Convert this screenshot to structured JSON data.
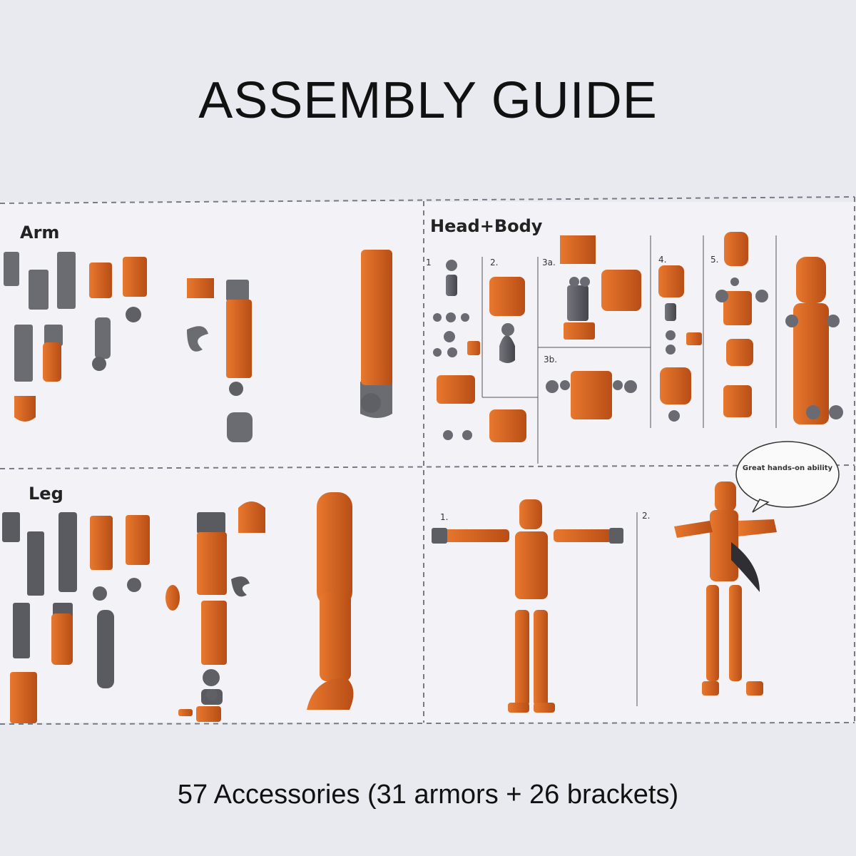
{
  "title": "ASSEMBLY GUIDE",
  "footer": "57 Accessories (31 armors + 26 brackets)",
  "panels": {
    "arm": "Arm",
    "head_body": "Head+Body",
    "leg": "Leg"
  },
  "steps": {
    "hb_1": "1",
    "hb_2": "2.",
    "hb_3a": "3a.",
    "hb_3b": "3b.",
    "hb_4": "4.",
    "hb_5": "5.",
    "final_1": "1.",
    "final_2": "2."
  },
  "speech_bubble": "Great hands-on ability",
  "colors": {
    "orange": "#d9621e",
    "orange_dark": "#a84412",
    "grey": "#5c5c63",
    "grey_dark": "#3d3d44",
    "dash": "#7a7a86",
    "background": "#e9e9f0"
  }
}
